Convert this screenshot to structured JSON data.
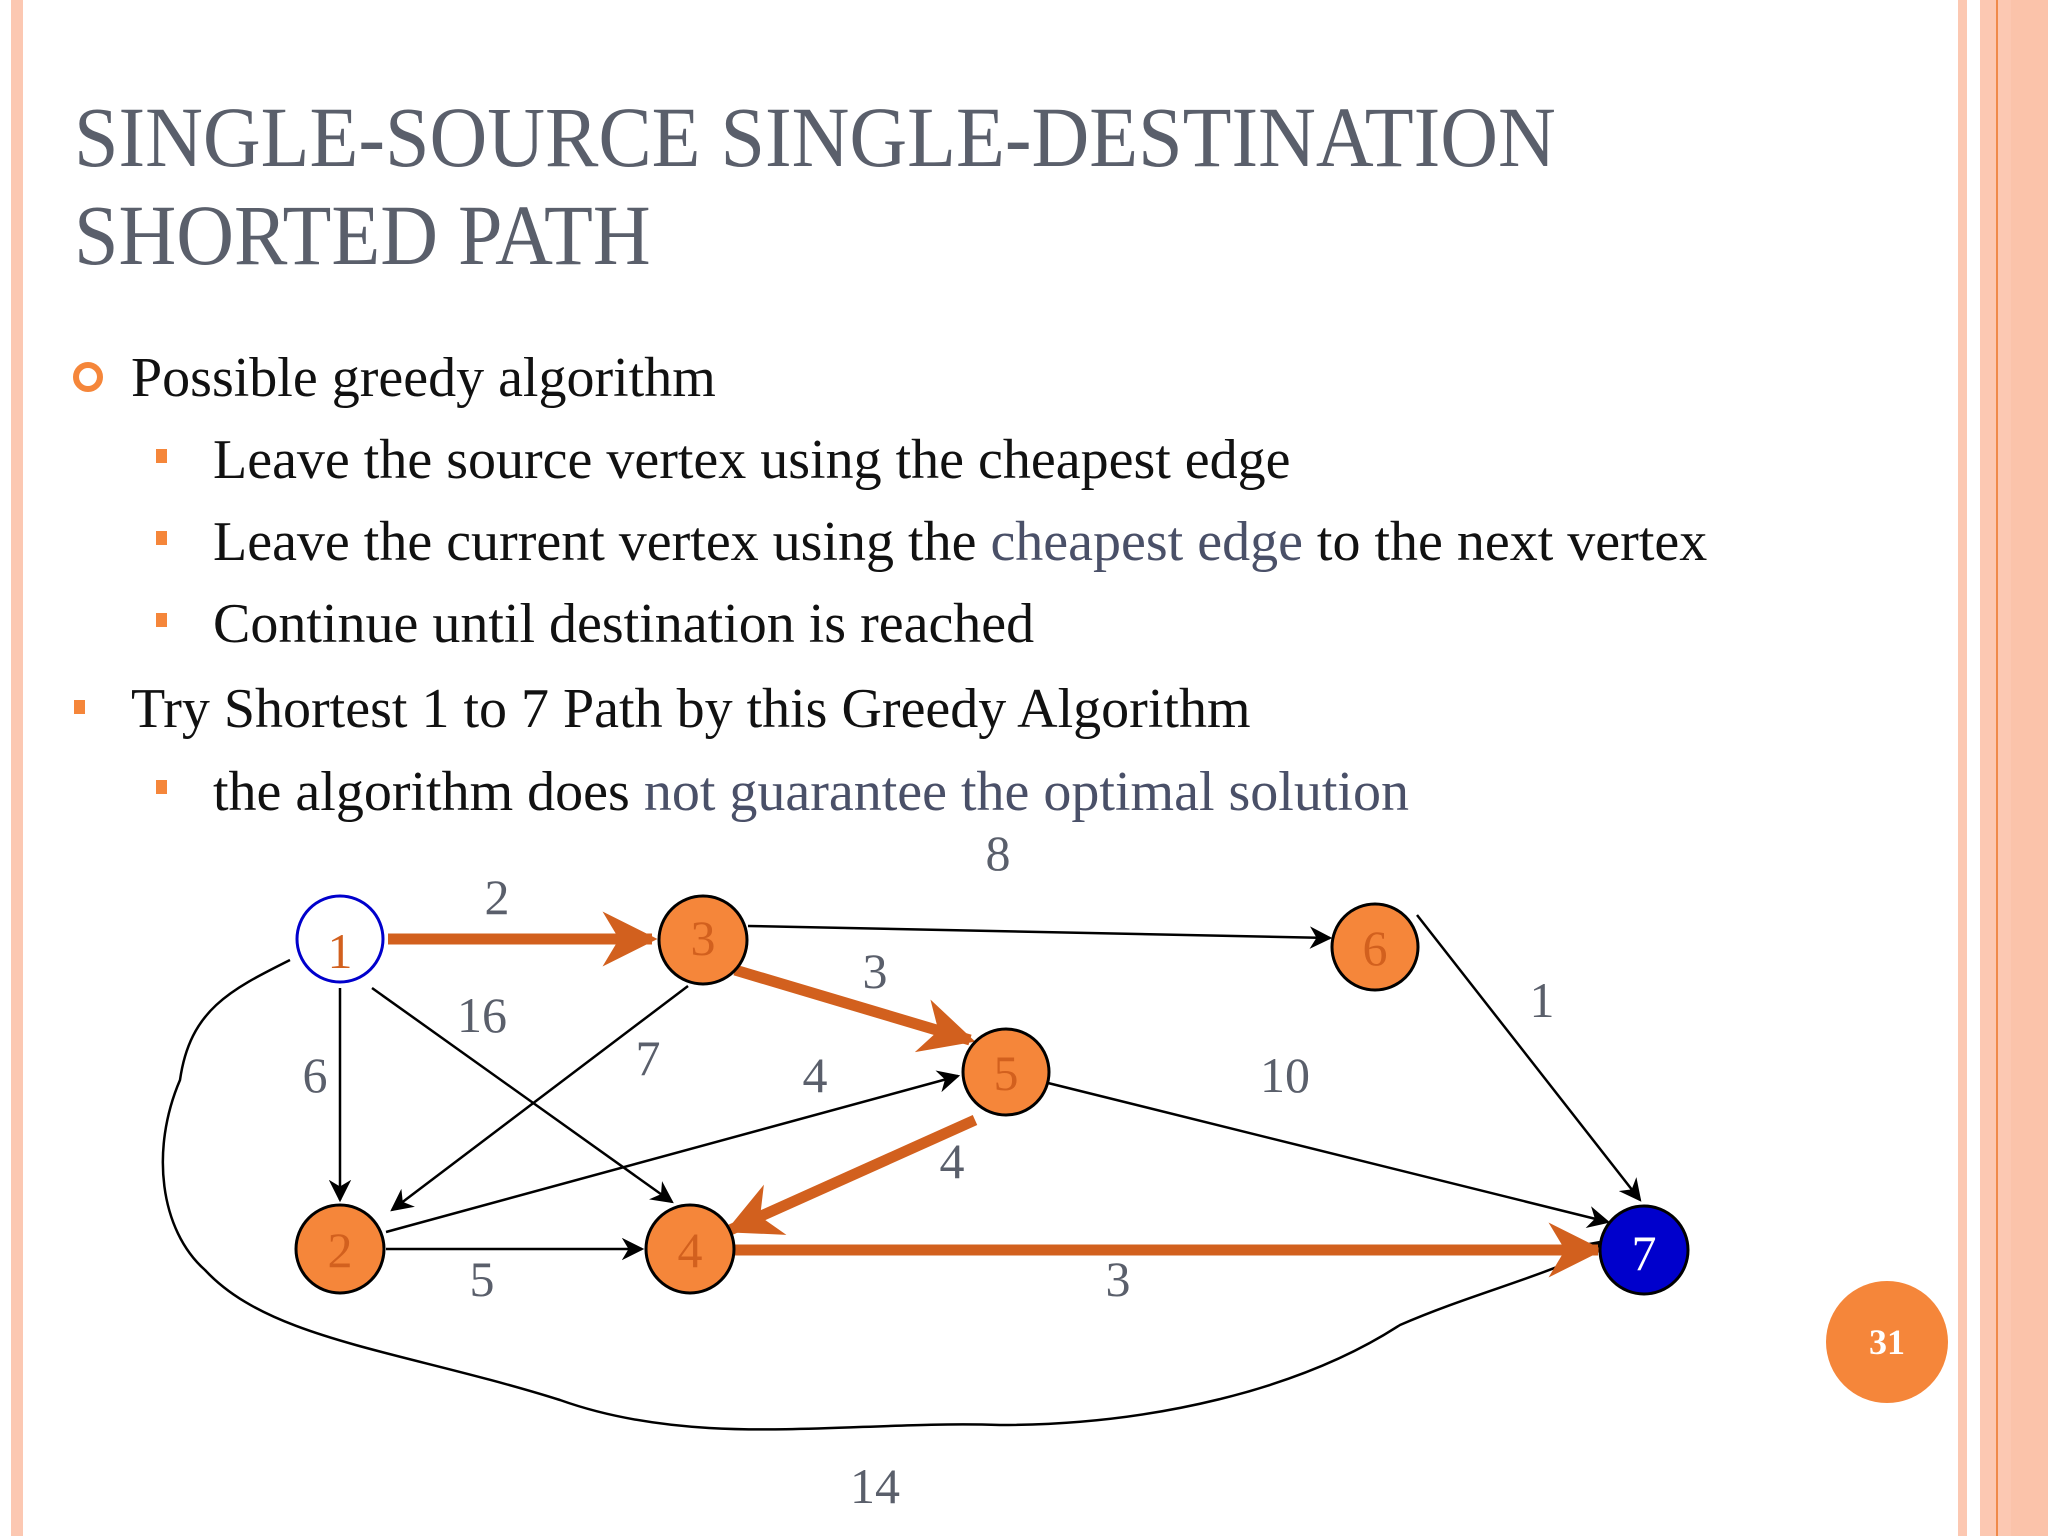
{
  "slide": {
    "title_line1": "SINGLE-SOURCE SINGLE-DESTINATION",
    "title_line2": "SHORTED PATH",
    "page_number": "31",
    "colors": {
      "accent_orange": "#f5863a",
      "path_orange": "#d2601e",
      "border_peach": "#fcc8b2",
      "title_gray": "#5a5f6b",
      "highlight_text": "#4a5068",
      "destination_blue": "#0000cc",
      "source_ring_blue": "#0000cc"
    }
  },
  "bullets": [
    {
      "level": 1,
      "marker": "ring",
      "text": "Possible greedy algorithm"
    },
    {
      "level": 2,
      "marker": "square",
      "text": "Leave the source vertex using the cheapest edge"
    },
    {
      "level": 2,
      "marker": "square",
      "text_before": "Leave the current vertex using the ",
      "text_highlight": "cheapest edge",
      "text_after": " to the next vertex"
    },
    {
      "level": 2,
      "marker": "square",
      "text": "Continue until destination is reached"
    },
    {
      "level": 1,
      "marker": "square",
      "text": "Try Shortest 1 to 7 Path by this Greedy Algorithm"
    },
    {
      "level": 2,
      "marker": "square",
      "text_before": "the algorithm does ",
      "text_highlight": "not guarantee the optimal solution"
    }
  ],
  "graph": {
    "nodes": [
      {
        "id": "1",
        "label": "1",
        "role": "source"
      },
      {
        "id": "2",
        "label": "2"
      },
      {
        "id": "3",
        "label": "3"
      },
      {
        "id": "4",
        "label": "4"
      },
      {
        "id": "5",
        "label": "5"
      },
      {
        "id": "6",
        "label": "6"
      },
      {
        "id": "7",
        "label": "7",
        "role": "destination"
      }
    ],
    "edges": [
      {
        "from": "1",
        "to": "3",
        "weight": "2",
        "greedy_path": true
      },
      {
        "from": "1",
        "to": "2",
        "weight": "6"
      },
      {
        "from": "1",
        "to": "4",
        "weight": "16"
      },
      {
        "from": "1",
        "to": "7",
        "weight": "14"
      },
      {
        "from": "3",
        "to": "5",
        "weight": "3",
        "greedy_path": true
      },
      {
        "from": "3",
        "to": "2",
        "weight": "7"
      },
      {
        "from": "3",
        "to": "6",
        "weight": "8"
      },
      {
        "from": "2",
        "to": "5",
        "weight": "4"
      },
      {
        "from": "2",
        "to": "4",
        "weight": "5"
      },
      {
        "from": "5",
        "to": "4",
        "weight": "4",
        "greedy_path": true
      },
      {
        "from": "5",
        "to": "7",
        "weight": "10"
      },
      {
        "from": "4",
        "to": "7",
        "weight": "3",
        "greedy_path": true
      },
      {
        "from": "6",
        "to": "7",
        "weight": "1"
      }
    ]
  }
}
